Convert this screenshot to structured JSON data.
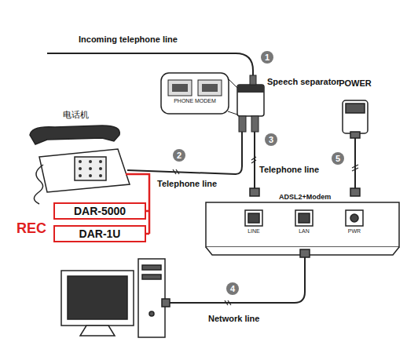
{
  "diagram": {
    "nodes": [
      {
        "text": [
          "ADSL2+Modem",
          "LINE",
          "LAN",
          "PWR"
        ]
      },
      {
        "text": [
          "DAR-5000"
        ]
      },
      {
        "text": [
          "DAR-1U"
        ]
      }
    ],
    "labels": [
      "Incoming telephone line",
      "1",
      "Speech separator",
      "PHONE MODEM",
      "POWER",
      "5",
      "电话机",
      "2",
      "Telephone line",
      "3",
      "Telephone line",
      "REC",
      "4",
      "Network line"
    ]
  }
}
